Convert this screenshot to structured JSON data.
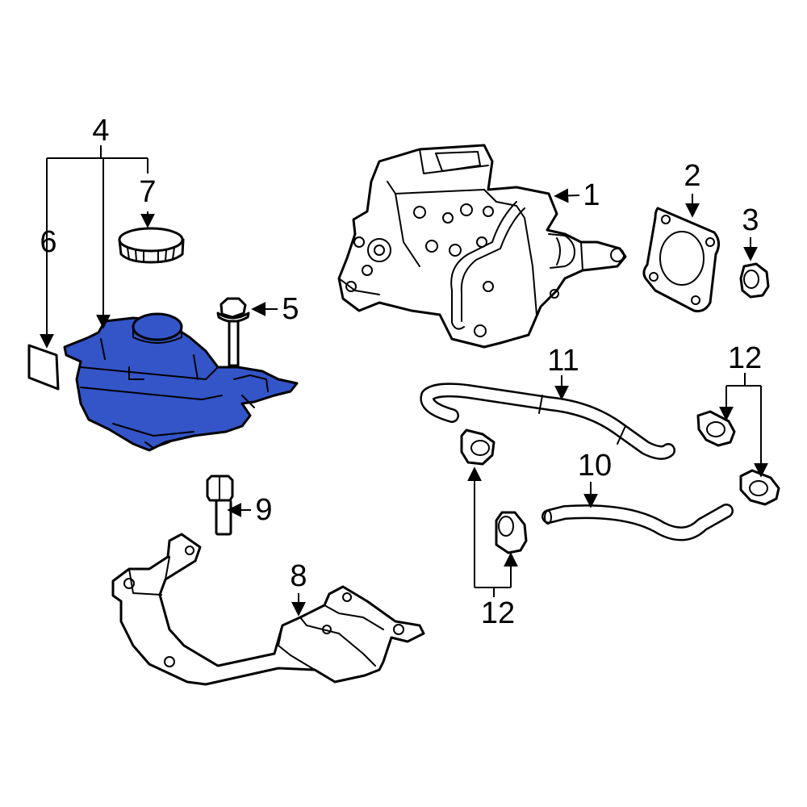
{
  "colors": {
    "background": "#ffffff",
    "line": "#000000",
    "highlight_part": "#3355c8",
    "highlight_dark": "#1e3a9e"
  },
  "callouts": {
    "c1": "1",
    "c2": "2",
    "c3": "3",
    "c4": "4",
    "c5": "5",
    "c6": "6",
    "c7": "7",
    "c8": "8",
    "c9": "9",
    "c10": "10",
    "c11": "11",
    "c12_right": "12",
    "c12_bottom": "12"
  },
  "highlighted_part": "4"
}
